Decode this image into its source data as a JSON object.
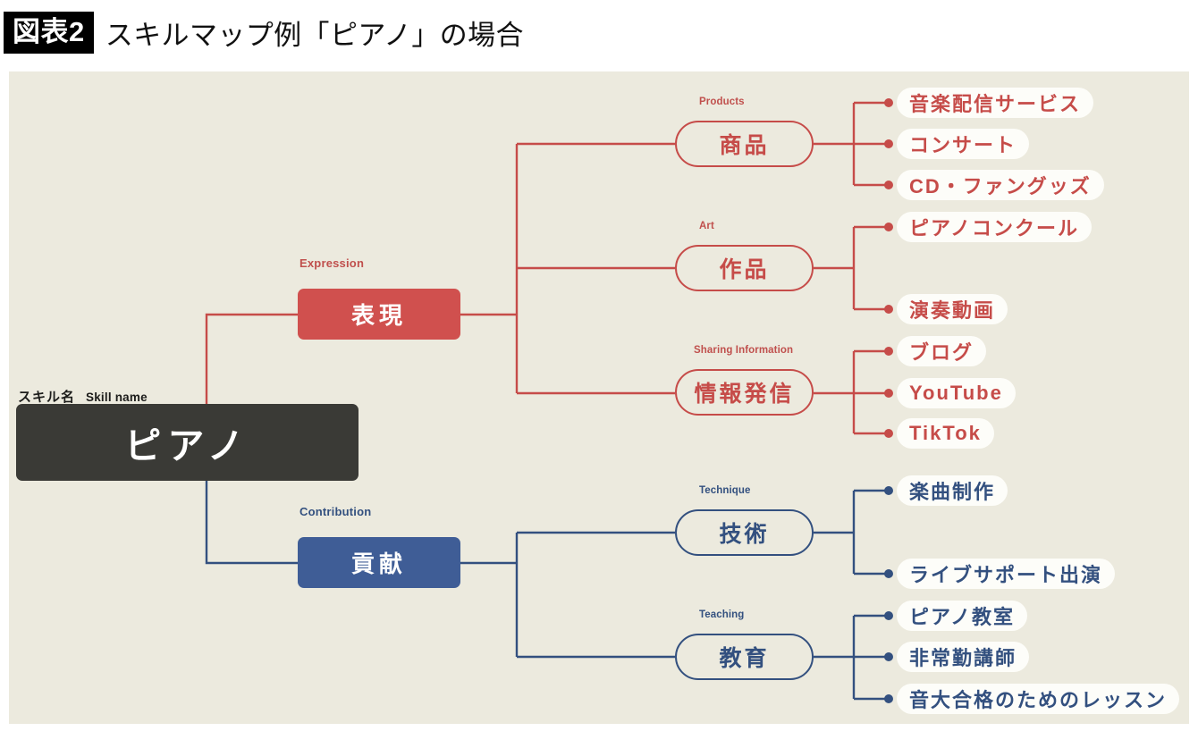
{
  "header": {
    "badge": "図表2",
    "title": "スキルマップ例「ピアノ」の場合"
  },
  "colors": {
    "background": "#eceade",
    "page": "#ffffff",
    "root_fill": "#3a3a36",
    "red": "#c64c49",
    "red_fill": "#d0504e",
    "blue": "#33507f",
    "blue_fill": "#3f5d96",
    "leaf_fill": "#fdfdf9"
  },
  "root": {
    "caption_jp": "スキル名",
    "caption_en": "Skill name",
    "label": "ピアノ"
  },
  "branches": [
    {
      "id": "expression",
      "caption": "Expression",
      "label": "表現",
      "color": "red",
      "children": [
        {
          "caption": "Products",
          "label": "商品",
          "leaves": [
            "音楽配信サービス",
            "コンサート",
            "CD・ファングッズ"
          ]
        },
        {
          "caption": "Art",
          "label": "作品",
          "leaves": [
            "ピアノコンクール",
            "演奏動画"
          ]
        },
        {
          "caption": "Sharing Information",
          "label": "情報発信",
          "leaves": [
            "ブログ",
            "YouTube",
            "TikTok"
          ]
        }
      ]
    },
    {
      "id": "contribution",
      "caption": "Contribution",
      "label": "貢献",
      "color": "blue",
      "children": [
        {
          "caption": "Technique",
          "label": "技術",
          "leaves": [
            "楽曲制作",
            "ライブサポート出演"
          ]
        },
        {
          "caption": "Teaching",
          "label": "教育",
          "leaves": [
            "ピアノ教室",
            "非常勤講師",
            "音大合格のためのレッスン"
          ]
        }
      ]
    }
  ]
}
